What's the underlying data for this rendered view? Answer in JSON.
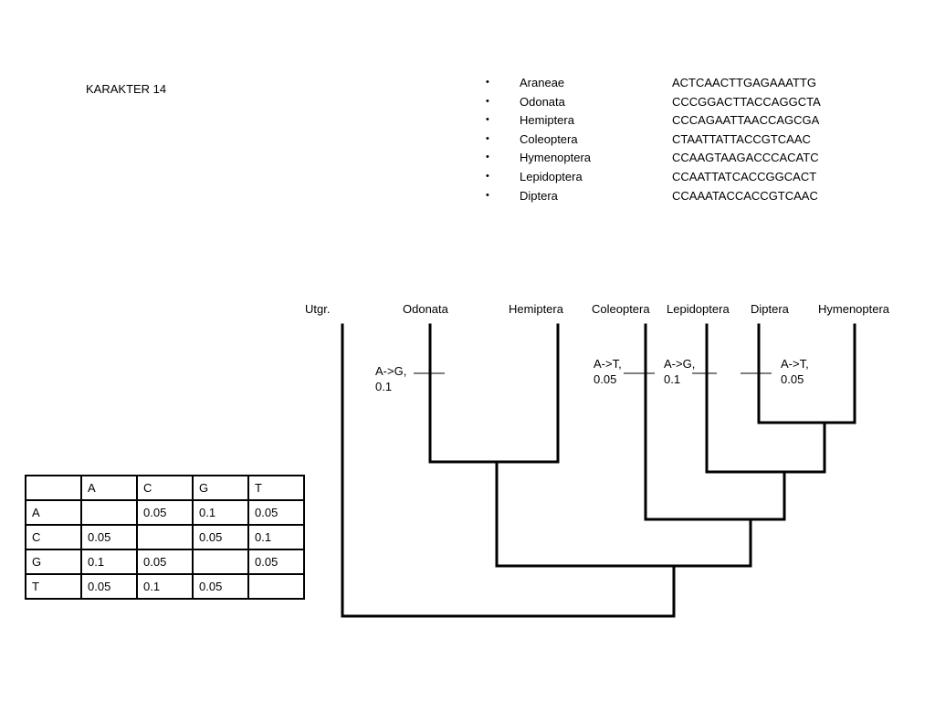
{
  "title": "KARAKTER 14",
  "sequences": [
    {
      "taxon": "Araneae",
      "sequence": "ACTCAACTTGAGAAATTG"
    },
    {
      "taxon": "Odonata",
      "sequence": "CCCGGACTTACCAGGCTA"
    },
    {
      "taxon": "Hemiptera",
      "sequence": "CCCAGAATTAACCAGCGA"
    },
    {
      "taxon": "Coleoptera",
      "sequence": "CTAATTATTACCGTCAAC"
    },
    {
      "taxon": "Hymenoptera",
      "sequence": "CCAAGTAAGACCCACATC"
    },
    {
      "taxon": "Lepidoptera",
      "sequence": "CCAATTATCACCGGCACT"
    },
    {
      "taxon": "Diptera",
      "sequence": "CCAAATACCACCGTCAAC"
    }
  ],
  "bullet": "•",
  "tree": {
    "leaves": [
      "Utgr.",
      "Odonata",
      "Hemiptera",
      "Coleoptera",
      "Lepidoptera",
      "Diptera",
      "Hymenoptera"
    ],
    "mutations": [
      {
        "line1": "A->G,",
        "line2": "0.1"
      },
      {
        "line1": "A->T,",
        "line2": "0.05"
      },
      {
        "line1": "A->G,",
        "line2": "0.1"
      },
      {
        "line1": "A->T,",
        "line2": "0.05"
      }
    ]
  },
  "matrix": {
    "header": [
      "",
      "A",
      "C",
      "G",
      "T"
    ],
    "rows": [
      [
        "A",
        "",
        "0.05",
        "0.1",
        "0.05"
      ],
      [
        "C",
        "0.05",
        "",
        "0.05",
        "0.1"
      ],
      [
        "G",
        "0.1",
        "0.05",
        "",
        "0.05"
      ],
      [
        "T",
        "0.05",
        "0.1",
        "0.05",
        ""
      ]
    ]
  }
}
